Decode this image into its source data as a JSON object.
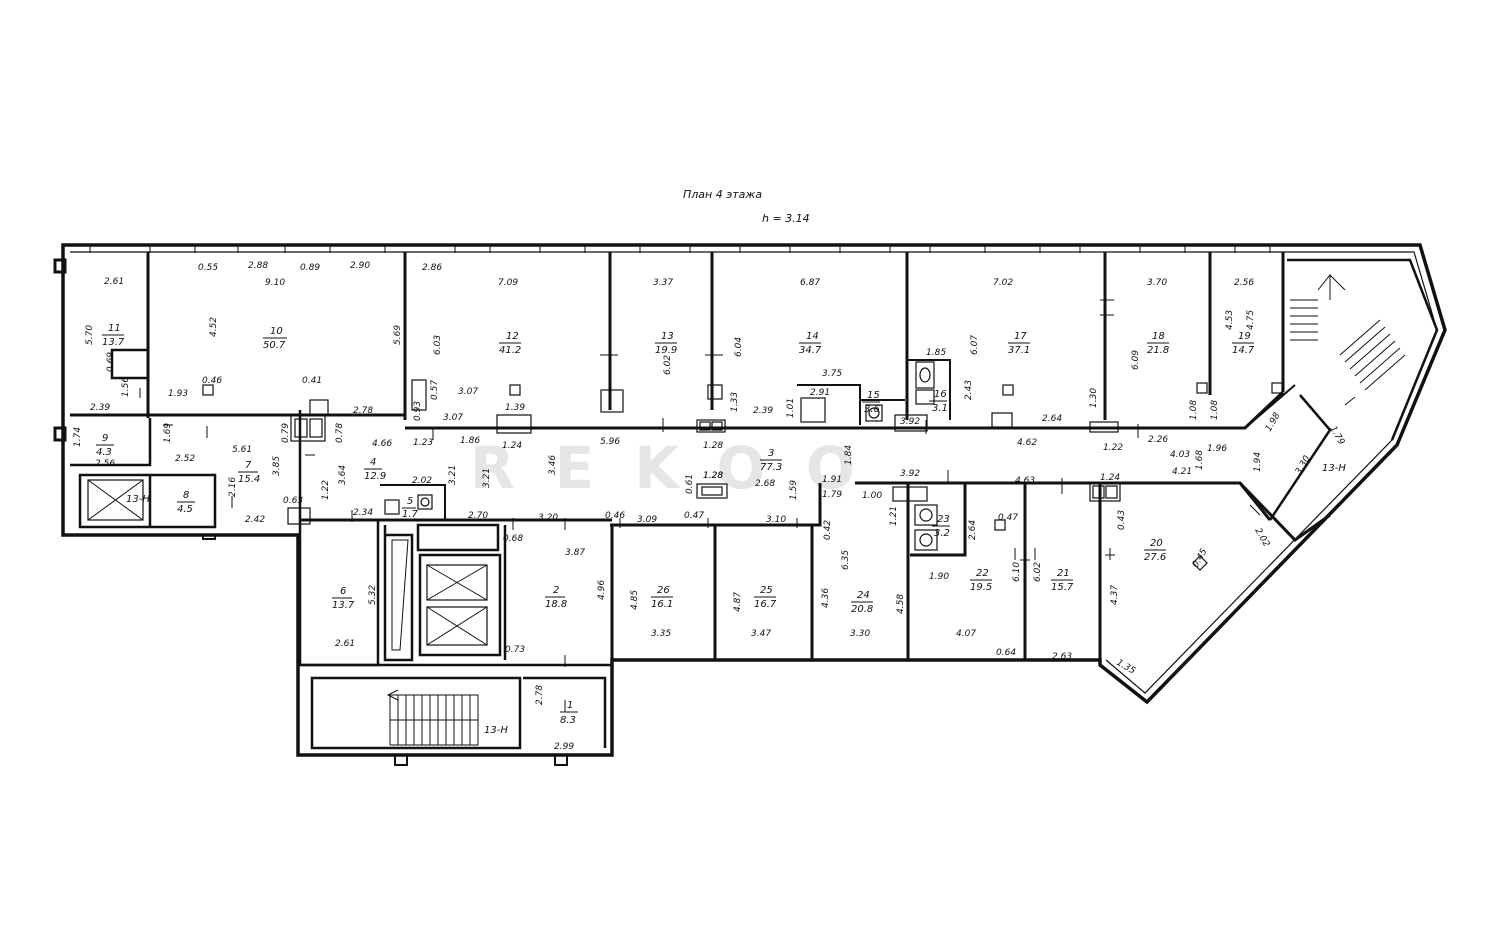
{
  "header": {
    "title": "План 4 этажа",
    "height_label": "h = 3.14"
  },
  "rooms": [
    {
      "id": "1",
      "num": "1",
      "area": "8.3"
    },
    {
      "id": "2",
      "num": "2",
      "area": "18.8"
    },
    {
      "id": "3",
      "num": "3",
      "area": "77.3"
    },
    {
      "id": "4",
      "num": "4",
      "area": "12.9"
    },
    {
      "id": "5",
      "num": "5",
      "area": "1.7"
    },
    {
      "id": "6",
      "num": "6",
      "area": "13.7"
    },
    {
      "id": "7",
      "num": "7",
      "area": "15.4"
    },
    {
      "id": "8",
      "num": "8",
      "area": "4.5"
    },
    {
      "id": "9",
      "num": "9",
      "area": "4.3"
    },
    {
      "id": "10",
      "num": "10",
      "area": "50.7"
    },
    {
      "id": "11",
      "num": "11",
      "area": "13.7"
    },
    {
      "id": "12",
      "num": "12",
      "area": "41.2"
    },
    {
      "id": "13",
      "num": "13",
      "area": "19.9"
    },
    {
      "id": "14",
      "num": "14",
      "area": "34.7"
    },
    {
      "id": "15",
      "num": "15",
      "area": "3.6"
    },
    {
      "id": "16",
      "num": "16",
      "area": "3.1"
    },
    {
      "id": "17",
      "num": "17",
      "area": "37.1"
    },
    {
      "id": "18",
      "num": "18",
      "area": "21.8"
    },
    {
      "id": "19",
      "num": "19",
      "area": "14.7"
    },
    {
      "id": "20",
      "num": "20",
      "area": "27.6"
    },
    {
      "id": "21",
      "num": "21",
      "area": "15.7"
    },
    {
      "id": "22",
      "num": "22",
      "area": "19.5"
    },
    {
      "id": "23",
      "num": "23",
      "area": "3.2"
    },
    {
      "id": "24",
      "num": "24",
      "area": "20.8"
    },
    {
      "id": "25",
      "num": "25",
      "area": "16.7"
    },
    {
      "id": "26",
      "num": "26",
      "area": "16.1"
    }
  ],
  "stairs": [
    {
      "id": "s-mid",
      "label": "13-Н"
    },
    {
      "id": "s-bottom",
      "label": "13-Н"
    },
    {
      "id": "s-right",
      "label": "13-Н"
    }
  ],
  "dimensions": [
    "2.61",
    "5.70",
    "0.69",
    "1.56",
    "2.39",
    "1.74",
    "2.56",
    "1.69",
    "0.55",
    "2.88",
    "0.89",
    "2.90",
    "9.10",
    "4.52",
    "5.69",
    "0.46",
    "1.93",
    "0.41",
    "2.78",
    "5.61",
    "2.52",
    "2.16",
    "3.85",
    "0.79",
    "0.78",
    "0.63",
    "2.42",
    "1.22",
    "2.34",
    "4.66",
    "3.64",
    "0.93",
    "0.57",
    "1.23",
    "1.86",
    "3.21",
    "3.21",
    "2.02",
    "2.86",
    "7.09",
    "6.03",
    "3.07",
    "3.07",
    "1.39",
    "1.24",
    "3.37",
    "6.02",
    "6.04",
    "1.33",
    "1.28",
    "5.96",
    "6.87",
    "3.75",
    "2.91",
    "2.39",
    "1.01",
    "1.84",
    "1.28",
    "3.46",
    "2.68",
    "0.61",
    "1.28",
    "7.02",
    "1.85",
    "6.07",
    "2.43",
    "2.64",
    "3.92",
    "4.62",
    "1.22",
    "2.26",
    "1.96",
    "3.70",
    "6.09",
    "4.53",
    "1.30",
    "1.08",
    "1.08",
    "2.56",
    "4.75",
    "1.98",
    "1.79",
    "3.30",
    "1.91",
    "1.79",
    "1.59",
    "1.00",
    "3.92",
    "1.21",
    "4.63",
    "1.24",
    "4.03",
    "1.68",
    "1.94",
    "4.21",
    "2.02",
    "2.70",
    "3.20",
    "0.46",
    "3.09",
    "0.47",
    "3.10",
    "0.68",
    "3.87",
    "4.96",
    "4.85",
    "3.35",
    "4.87",
    "3.47",
    "0.42",
    "4.36",
    "6.35",
    "4.58",
    "3.30",
    "2.64",
    "0.47",
    "1.90",
    "6.10",
    "4.07",
    "0.64",
    "6.02",
    "2.63",
    "0.43",
    "4.37",
    "0.45",
    "1.35",
    "5.32",
    "2.61",
    "0.73",
    "2.78",
    "2.99"
  ],
  "watermark": "REKOO"
}
